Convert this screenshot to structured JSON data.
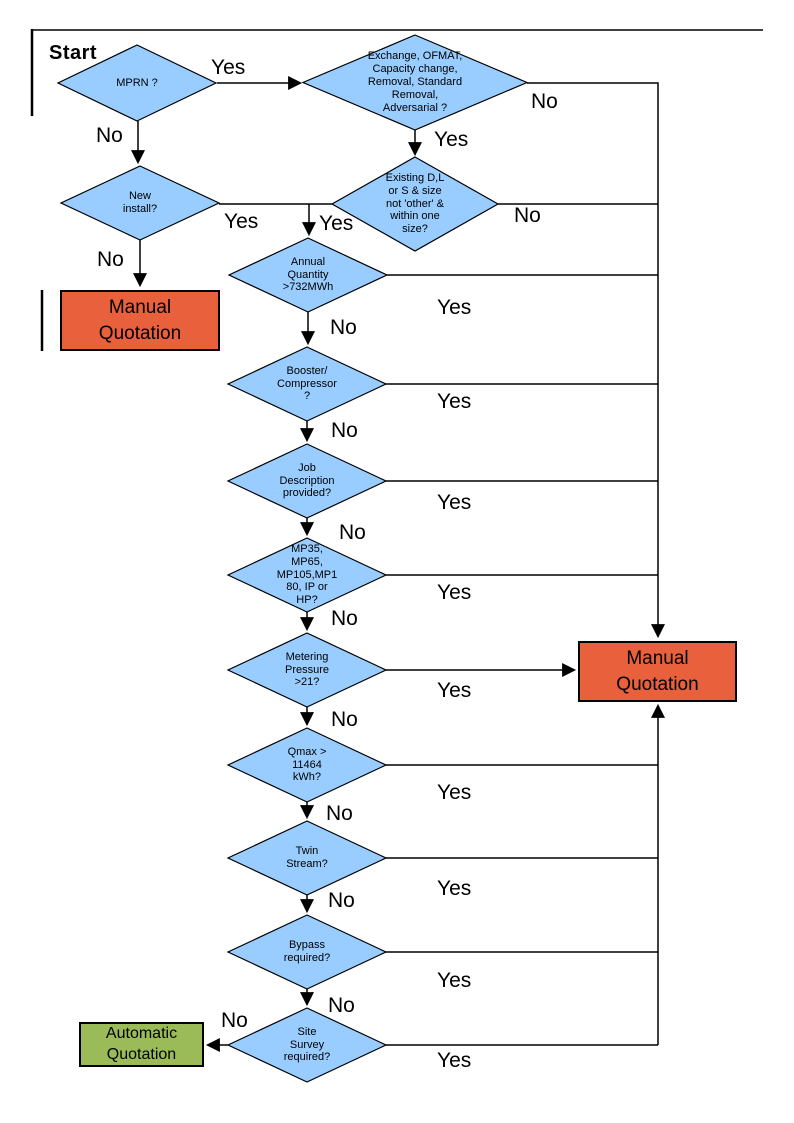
{
  "start_label": "Start",
  "colors": {
    "decision_fill": "#99CCFF",
    "manual_quotation_fill": "#E8603C",
    "automatic_quotation_fill": "#9BBB59",
    "line_color": "#000000"
  },
  "nodes": {
    "mprn": {
      "label": "MPRN ?"
    },
    "exchange": {
      "label": "Exchange, OFMAT,\nCapacity change,\nRemoval, Standard\nRemoval,\nAdversarial ?"
    },
    "new_install": {
      "label": "New\ninstall?"
    },
    "existing": {
      "label": "Existing D,L\nor S & size\nnot 'other' &\nwithin one\nsize?"
    },
    "manual_quotation_left": {
      "label": "Manual\nQuotation"
    },
    "annual_quantity": {
      "label": "Annual\nQuantity\n>732MWh"
    },
    "booster": {
      "label": "Booster/\nCompressor\n?"
    },
    "job_description": {
      "label": "Job\nDescription\nprovided?"
    },
    "meter_pressure_tier": {
      "label": "MP35,\nMP65,\nMP105,MP1\n80, IP or\nHP?"
    },
    "metering_pressure": {
      "label": "Metering\nPressure\n>21?"
    },
    "qmax": {
      "label": "Qmax >\n11464\nkWh?"
    },
    "twin_stream": {
      "label": "Twin\nStream?"
    },
    "bypass": {
      "label": "Bypass\nrequired?"
    },
    "site_survey": {
      "label": "Site\nSurvey\nrequired?"
    },
    "manual_quotation_right": {
      "label": "Manual\nQuotation"
    },
    "automatic_quotation": {
      "label": "Automatic\nQuotation"
    }
  },
  "edge_labels": {
    "mprn_yes": "Yes",
    "mprn_no": "No",
    "exchange_yes": "Yes",
    "exchange_no": "No",
    "new_install_yes": "Yes",
    "new_install_no": "No",
    "existing_yes": "Yes",
    "existing_no": "No",
    "annual_quantity_yes": "Yes",
    "annual_quantity_no": "No",
    "booster_yes": "Yes",
    "booster_no": "No",
    "job_description_yes": "Yes",
    "job_description_no": "No",
    "meter_pressure_tier_yes": "Yes",
    "meter_pressure_tier_no": "No",
    "metering_pressure_yes": "Yes",
    "metering_pressure_no": "No",
    "qmax_yes": "Yes",
    "qmax_no": "No",
    "twin_stream_yes": "Yes",
    "twin_stream_no": "No",
    "bypass_yes": "Yes",
    "bypass_no": "No",
    "site_survey_yes": "Yes",
    "site_survey_no": "No"
  }
}
